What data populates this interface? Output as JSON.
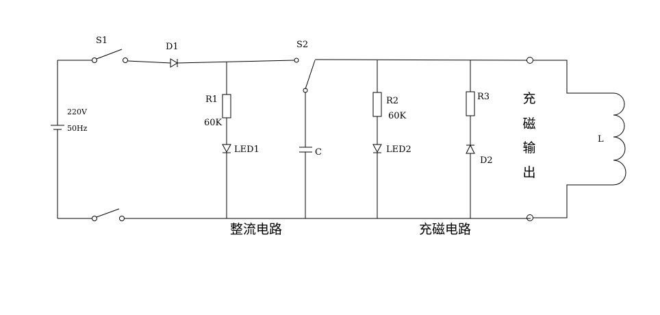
{
  "labels": {
    "s1": "S1",
    "d1": "D1",
    "s2": "S2",
    "r1": "R1",
    "r1_value": "60K",
    "led1": "LED1",
    "c": "C",
    "r2": "R2",
    "r2_value": "60K",
    "led2": "LED2",
    "r3": "R3",
    "d2": "D2",
    "source_voltage": "220V",
    "source_freq": "50Hz",
    "inductor": "L",
    "output": [
      "充",
      "磁",
      "输",
      "出"
    ],
    "section_rectify": "整流电路",
    "section_magnetize": "充磁电路"
  }
}
